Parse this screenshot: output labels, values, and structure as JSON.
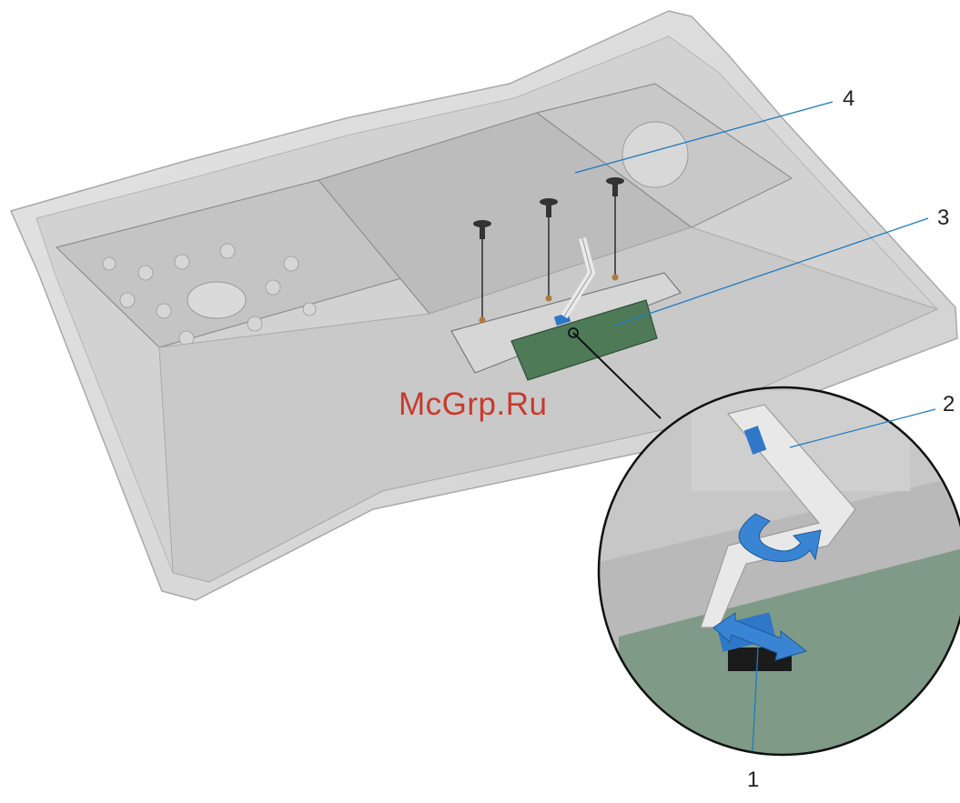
{
  "callouts": {
    "c1": "1",
    "c2": "2",
    "c3": "3",
    "c4": "4"
  },
  "watermark": "McGrp.Ru",
  "colors": {
    "chassis": "#d9d9d9",
    "chassis_dark": "#bdbdbd",
    "plate": "#c6c6c6",
    "plate_shadow": "#9e9e9e",
    "pcb": "#4e7a58",
    "cable_blue": "#2f78c8",
    "leader_line": "#1e7bc0",
    "watermark": "#c83a2c"
  },
  "icons": [
    "screw-icon",
    "rotate-arrow-icon",
    "double-arrow-icon"
  ]
}
